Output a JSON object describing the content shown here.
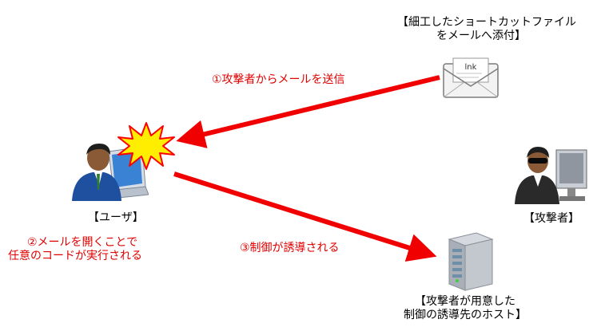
{
  "labels": {
    "shortcut_file": [
      "【細工したショートカットファイル",
      "をメールへ添付】"
    ],
    "step1": "①攻撃者からメールを送信",
    "user": "【ユーザ】",
    "attacker": "【攻撃者】",
    "step2": [
      "②メールを開くことで",
      "任意のコードが実行される"
    ],
    "step3": "③制御が誘導される",
    "host": [
      "【攻撃者が用意した",
      "制御の誘導先のホスト】"
    ],
    "envelope_tag": "lnk"
  },
  "colors": {
    "arrow": "#f00000",
    "note_text": "#e00000",
    "burst_fill": "#ffee00",
    "burst_stroke": "#ff0000"
  },
  "icons": [
    "envelope-icon",
    "user-computer-icon",
    "attacker-icon",
    "server-icon",
    "explosion-icon"
  ]
}
